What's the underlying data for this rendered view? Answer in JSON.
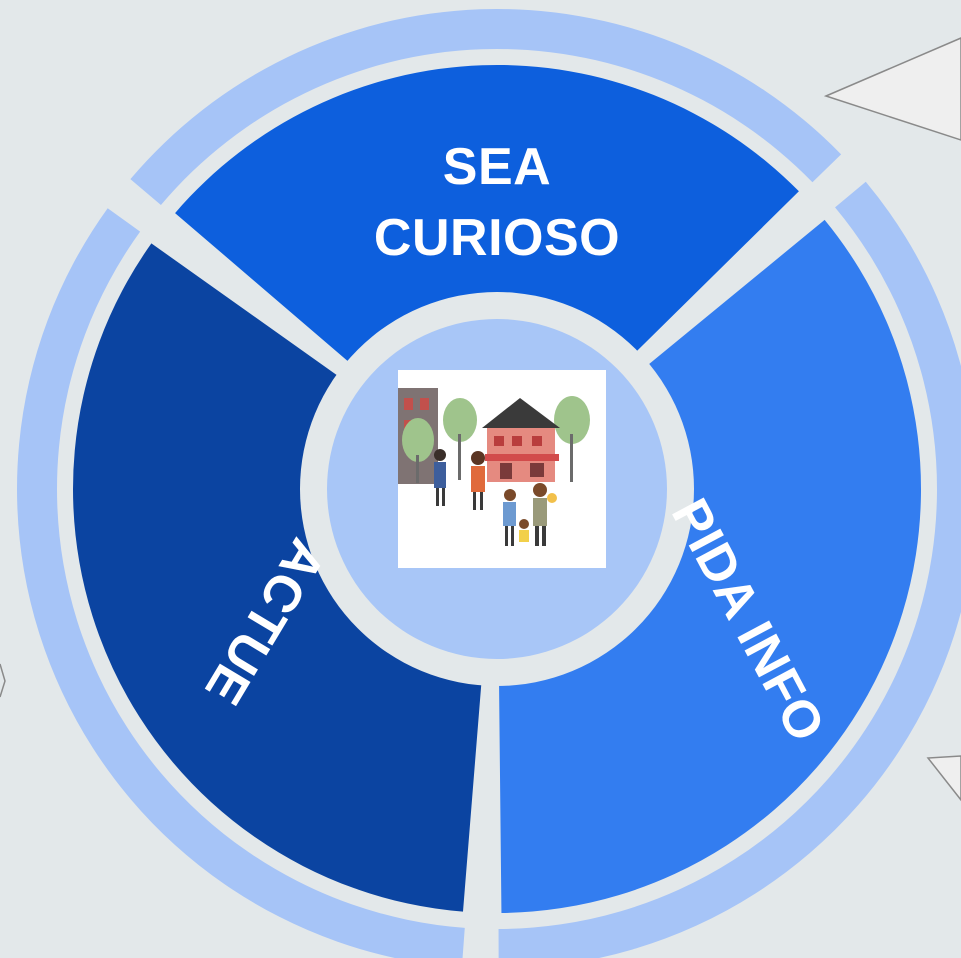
{
  "diagram": {
    "segments": [
      {
        "id": "top",
        "line1": "SEA",
        "line2": "CURIOSO"
      },
      {
        "id": "right",
        "label": "PIDA INFO"
      },
      {
        "id": "left",
        "label": "ACTUE"
      }
    ],
    "center_image": {
      "icon": "family-neighborhood-illustration"
    },
    "colors": {
      "background": "#e3e8ea",
      "outer_ring": "#a6c4f7",
      "top_segment": "#0d5fdd",
      "right_segment": "#337df0",
      "left_segment": "#0b44a1",
      "gap": "#e3e8ea",
      "center": "#a8c6f7"
    }
  }
}
